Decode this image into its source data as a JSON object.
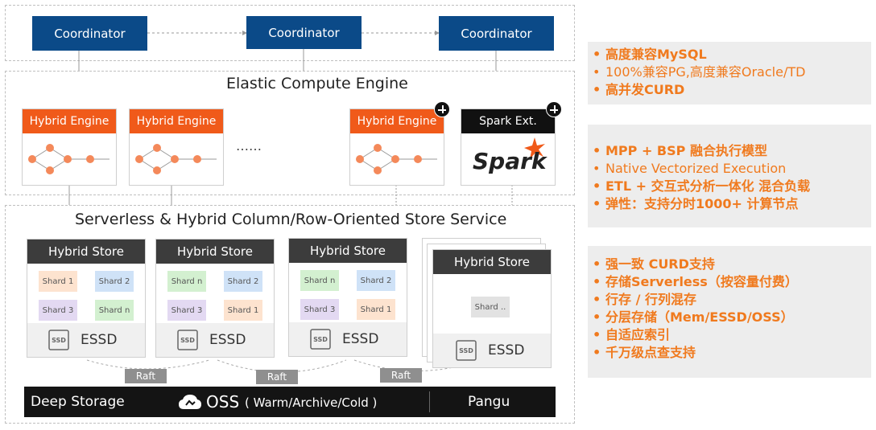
{
  "coordinators": [
    "Coordinator",
    "Coordinator",
    "Coordinator"
  ],
  "compute": {
    "title": "Elastic Compute Engine",
    "engines": [
      "Hybrid Engine",
      "Hybrid Engine",
      "Hybrid Engine"
    ],
    "ellipsis": "……",
    "spark_ext": "Spark Ext.",
    "spark_logo": "Spark"
  },
  "store_service": {
    "title": "Serverless & Hybrid Column/Row-Oriented Store Service",
    "stores": [
      {
        "title": "Hybrid Store",
        "shards": [
          "Shard 1",
          "Shard 2",
          "Shard 3",
          "Shard n"
        ],
        "essd": "ESSD"
      },
      {
        "title": "Hybrid Store",
        "shards": [
          "Shard n",
          "Shard 2",
          "Shard 3",
          "Shard 1"
        ],
        "essd": "ESSD"
      },
      {
        "title": "Hybrid Store",
        "shards": [
          "Shard n",
          "Shard 2",
          "Shard 3",
          "Shard 1"
        ],
        "essd": "ESSD"
      },
      {
        "title": "Hybrid Store",
        "shards": [
          "Shard .."
        ],
        "essd": "ESSD"
      }
    ],
    "raft": [
      "Raft",
      "Raft",
      "Raft"
    ]
  },
  "deep_storage": {
    "label": "Deep Storage",
    "oss": "OSS",
    "oss_note": "( Warm/Archive/Cold )",
    "pangu": "Pangu"
  },
  "panels": [
    [
      "高度兼容MySQL",
      "100%兼容PG,高度兼容Oracle/TD",
      "高并发CURD"
    ],
    [
      "MPP + BSP 融合执行模型",
      "Native Vectorized Execution",
      "ETL + 交互式分析一体化 混合负载",
      "弹性：支持分时1000+ 计算节点"
    ],
    [
      "强一致 CURD支持",
      "存储Serverless（按容量付费）",
      "行存 / 行列混存",
      "分层存储（Mem/ESSD/OSS）",
      "自适应索引",
      "千万级点查支持"
    ]
  ],
  "colors": {
    "coordinator": "#0b4a88",
    "engine_head": "#f05a1a",
    "store_head": "#3c3c3c",
    "accent_text": "#f07a1e",
    "node": "#f4895a"
  },
  "icons": {
    "plus": "plus-circle-icon",
    "ssd": "ssd-icon",
    "cloud": "cloud-icon",
    "spark_star": "star-icon"
  }
}
